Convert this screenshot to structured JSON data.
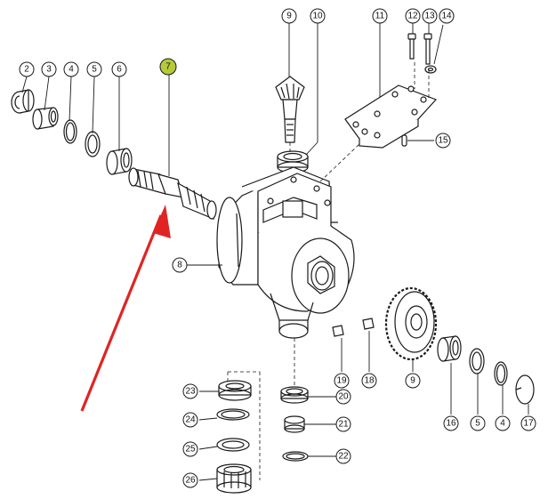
{
  "diagram": {
    "callouts": [
      {
        "id": "c2",
        "label": "2"
      },
      {
        "id": "c3",
        "label": "3"
      },
      {
        "id": "c4a",
        "label": "4"
      },
      {
        "id": "c5a",
        "label": "5"
      },
      {
        "id": "c6",
        "label": "6"
      },
      {
        "id": "c7",
        "label": "7",
        "highlight": true
      },
      {
        "id": "c9a",
        "label": "9"
      },
      {
        "id": "c10",
        "label": "10"
      },
      {
        "id": "c11",
        "label": "11"
      },
      {
        "id": "c12",
        "label": "12"
      },
      {
        "id": "c13",
        "label": "13"
      },
      {
        "id": "c14",
        "label": "14"
      },
      {
        "id": "c15",
        "label": "15"
      },
      {
        "id": "c8",
        "label": "8"
      },
      {
        "id": "c19",
        "label": "19"
      },
      {
        "id": "c18",
        "label": "18"
      },
      {
        "id": "c9b",
        "label": "9"
      },
      {
        "id": "c16",
        "label": "16"
      },
      {
        "id": "c5b",
        "label": "5"
      },
      {
        "id": "c4b",
        "label": "4"
      },
      {
        "id": "c17",
        "label": "17"
      },
      {
        "id": "c20",
        "label": "20"
      },
      {
        "id": "c21",
        "label": "21"
      },
      {
        "id": "c22",
        "label": "22"
      },
      {
        "id": "c23",
        "label": "23"
      },
      {
        "id": "c24",
        "label": "24"
      },
      {
        "id": "c25",
        "label": "25"
      },
      {
        "id": "c26",
        "label": "26"
      }
    ],
    "colors": {
      "line": "#1a1a1a",
      "arrow": "#e02424",
      "highlight": "#b5c93a",
      "background": "#ffffff"
    }
  }
}
